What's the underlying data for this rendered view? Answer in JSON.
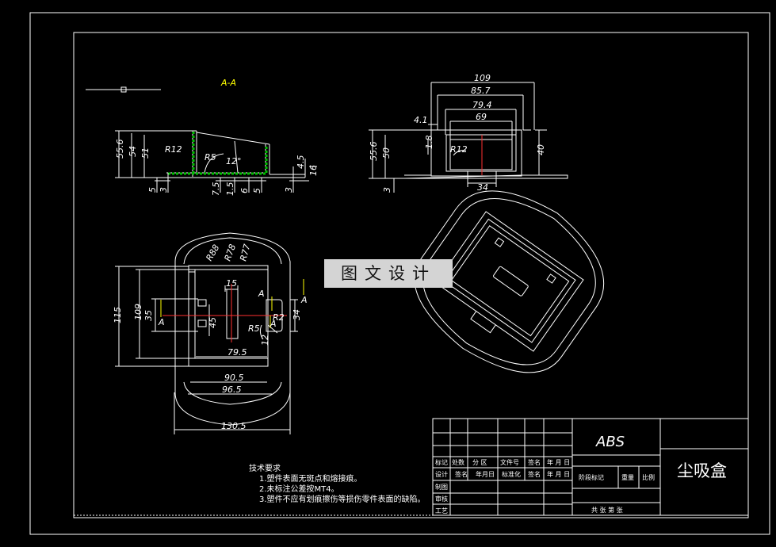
{
  "section_label": "A-A",
  "section_markers": [
    "A",
    "A",
    "A",
    "A"
  ],
  "material": "ABS",
  "part_name": "尘吸盒",
  "watermark": "图文设计",
  "tech_requirements": {
    "title": "技术要求",
    "items": [
      "1.塑件表面无斑点和熔接痕。",
      "2.未标注公差按MT4。",
      "3.塑件不应有划痕擦伤等损伤零件表面的缺陷。"
    ]
  },
  "dimensions": {
    "section": [
      "55.6",
      "54",
      "51",
      "R12",
      "R5",
      "12°",
      "4.5",
      "16",
      "5",
      "3",
      "7.5",
      "1.5",
      "6",
      "5",
      "3"
    ],
    "side": [
      "109",
      "85.7",
      "79.4",
      "69",
      "4.1",
      "55.6",
      "50",
      "1.8",
      "R12",
      "40",
      "34",
      "3"
    ],
    "plan": [
      "R88",
      "R78",
      "R77",
      "115",
      "109",
      "35",
      "15",
      "45",
      "R5",
      "R2",
      "12",
      "34",
      "79.5",
      "90.5",
      "96.5",
      "130.5"
    ]
  },
  "title_block": {
    "row_labels": [
      "标记",
      "处数",
      "分 区",
      "文件号",
      "签名",
      "年 月 日"
    ],
    "design_row": [
      "设计",
      "签名",
      "年月日",
      "标准化",
      "签名",
      "年 月 日"
    ],
    "left_labels": [
      "制图",
      "审核",
      "工艺"
    ],
    "stage_labels": [
      "阶段标记",
      "重量",
      "比例"
    ],
    "sheet_info": "共 张 第 张"
  }
}
